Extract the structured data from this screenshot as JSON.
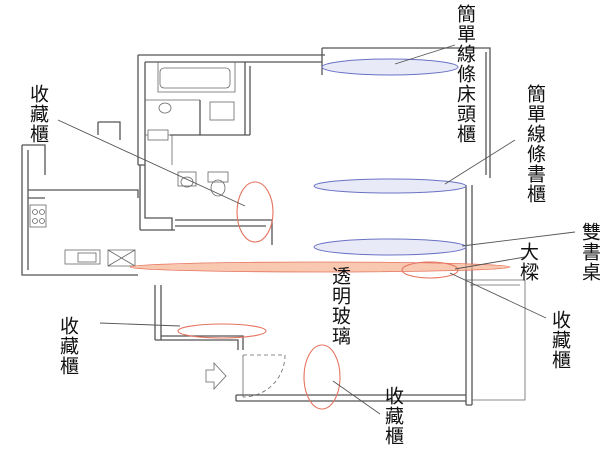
{
  "labels": {
    "simple_headboard": "簡單線條床頭櫃",
    "simple_bookcase": "簡單線條書櫃",
    "storage_top_left": "收藏櫃",
    "double_desk": "雙書桌",
    "beam": "大樑",
    "transparent_glass": "透明玻璃",
    "storage_right": "收藏櫃",
    "storage_left": "收藏櫃",
    "storage_bottom": "收藏櫃"
  },
  "colors": {
    "wall": "#555555",
    "orange_marker": "#f4a07c",
    "orange_outline": "#e5735e",
    "blue_outline": "#6a72c4",
    "blue_fill": "#d8dcf2"
  },
  "icons": {
    "entrance": "entrance-arrow-icon"
  }
}
